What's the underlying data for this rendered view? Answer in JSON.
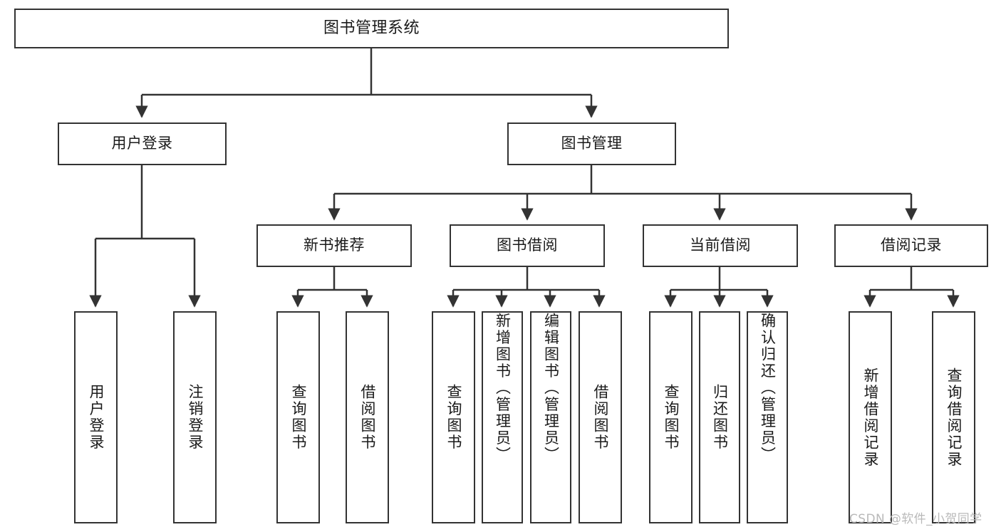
{
  "diagram": {
    "title": "图书管理系统",
    "type": "tree-functional-structure",
    "root": {
      "id": "root",
      "label": "图书管理系统"
    },
    "level1": [
      {
        "id": "user-login",
        "label": "用户登录"
      },
      {
        "id": "book-management",
        "label": "图书管理"
      }
    ],
    "level2": [
      {
        "id": "new-book-recommend",
        "label": "新书推荐",
        "parent": "book-management"
      },
      {
        "id": "book-borrow",
        "label": "图书借阅",
        "parent": "book-management"
      },
      {
        "id": "current-borrow",
        "label": "当前借阅",
        "parent": "book-management"
      },
      {
        "id": "borrow-record",
        "label": "借阅记录",
        "parent": "book-management"
      }
    ],
    "leaves": [
      {
        "id": "leaf-user-login",
        "label": "用户登录",
        "parent": "user-login"
      },
      {
        "id": "leaf-logout",
        "label": "注销登录",
        "parent": "user-login"
      },
      {
        "id": "leaf-query-book-1",
        "label": "查询图书",
        "parent": "new-book-recommend"
      },
      {
        "id": "leaf-borrow-book-1",
        "label": "借阅图书",
        "parent": "new-book-recommend"
      },
      {
        "id": "leaf-query-book-2",
        "label": "查询图书",
        "parent": "book-borrow"
      },
      {
        "id": "leaf-add-book",
        "label": "新增图书（管理员）",
        "parent": "book-borrow"
      },
      {
        "id": "leaf-edit-book",
        "label": "编辑图书（管理员）",
        "parent": "book-borrow"
      },
      {
        "id": "leaf-borrow-book-2",
        "label": "借阅图书",
        "parent": "book-borrow"
      },
      {
        "id": "leaf-query-book-3",
        "label": "查询图书",
        "parent": "current-borrow"
      },
      {
        "id": "leaf-return-book",
        "label": "归还图书",
        "parent": "current-borrow"
      },
      {
        "id": "leaf-confirm-return",
        "label": "确认归还（管理员）",
        "parent": "current-borrow"
      },
      {
        "id": "leaf-add-record",
        "label": "新增借阅记录",
        "parent": "borrow-record"
      },
      {
        "id": "leaf-query-record",
        "label": "查询借阅记录",
        "parent": "borrow-record"
      }
    ]
  },
  "watermark": {
    "text": "CSDN @软件_小贺同学"
  },
  "colors": {
    "stroke": "#333333",
    "background": "#ffffff",
    "text": "#1a1a1a",
    "watermark": "#b9b9b9"
  }
}
